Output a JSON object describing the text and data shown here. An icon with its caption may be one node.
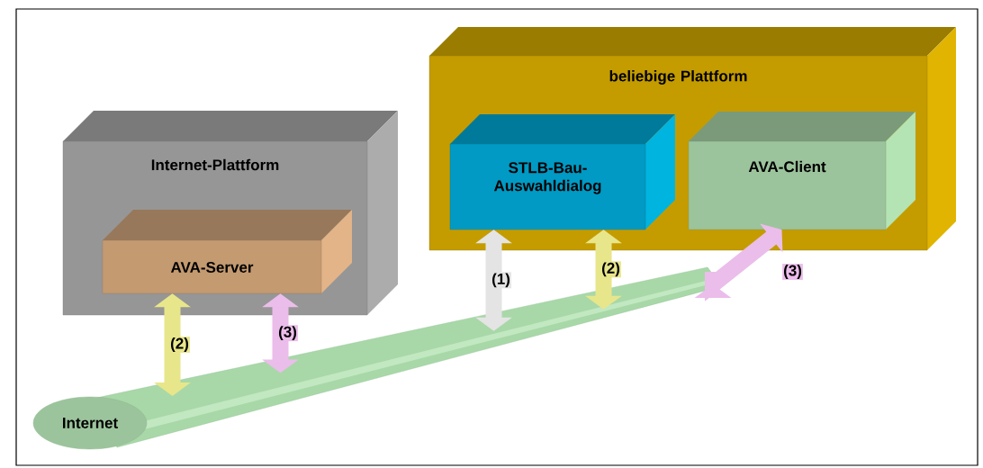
{
  "diagram": {
    "nodes": [
      {
        "text": [
          "Internet-Plattform"
        ]
      },
      {
        "text": [
          "AVA-Server"
        ],
        "in": 0
      },
      {
        "text": [
          "beliebige Plattform"
        ]
      },
      {
        "text": [
          "STLB-Bau-Auswahldialog"
        ],
        "in": 2
      },
      {
        "text": [
          "AVA-Client"
        ],
        "in": 2
      },
      {
        "text": [
          "Internet"
        ]
      }
    ],
    "edges": [
      {
        "from": 1,
        "to": 5,
        "arrow": "both",
        "label": "(2)",
        "color": "#e8e68a"
      },
      {
        "from": 1,
        "to": 5,
        "arrow": "both",
        "label": "(3)",
        "color": "#ebbdea"
      },
      {
        "from": 3,
        "to": 5,
        "arrow": "both",
        "label": "(1)",
        "color": "#e4e4e4"
      },
      {
        "from": 3,
        "to": 5,
        "arrow": "both",
        "label": "(2)",
        "color": "#e8e68a"
      },
      {
        "from": 4,
        "to": 5,
        "arrow": "both",
        "label": "(3)",
        "color": "#ebbdea"
      }
    ]
  }
}
